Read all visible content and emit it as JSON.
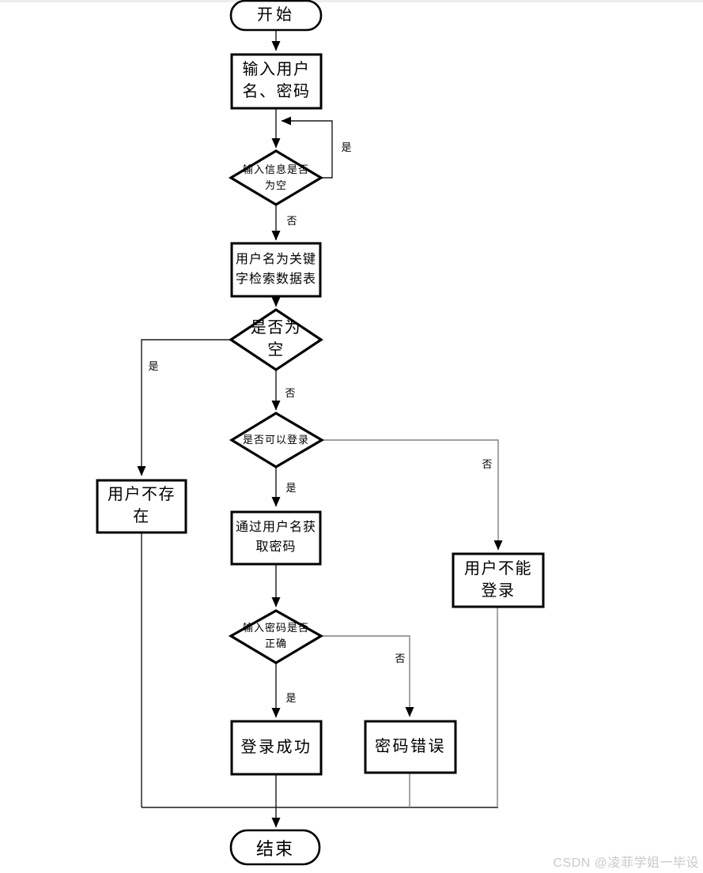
{
  "flowchart": {
    "nodes": {
      "start": "开始",
      "input_credentials": "输入用户\n名、密码",
      "check_input_empty": "输入信息是否\n为空",
      "search_table": "用户名为关键\n字检索数据表",
      "result_empty": "是否为\n空",
      "user_not_exist": "用户不存\n在",
      "can_login": "是否可以登录",
      "cannot_login": "用户不能\n登录",
      "get_password": "通过用户名获\n取密码",
      "password_correct": "输入密码是否\n正确",
      "login_success": "登录成功",
      "password_error": "密码错误",
      "end": "结束"
    },
    "edge_labels": {
      "input_empty_yes": "是",
      "input_empty_no": "否",
      "result_empty_yes": "是",
      "result_empty_no": "否",
      "can_login_yes": "是",
      "can_login_no": "否",
      "password_yes": "是",
      "password_no": "否"
    },
    "colors": {
      "shape_border": "#000000",
      "connector_dark": "#1a1a1a",
      "connector_gray": "#808080",
      "shape_fill": "#ffffff",
      "top_band": "#ededed",
      "watermark": "#c9c9c9"
    }
  },
  "watermark": "CSDN @凌菲学姐一毕设"
}
